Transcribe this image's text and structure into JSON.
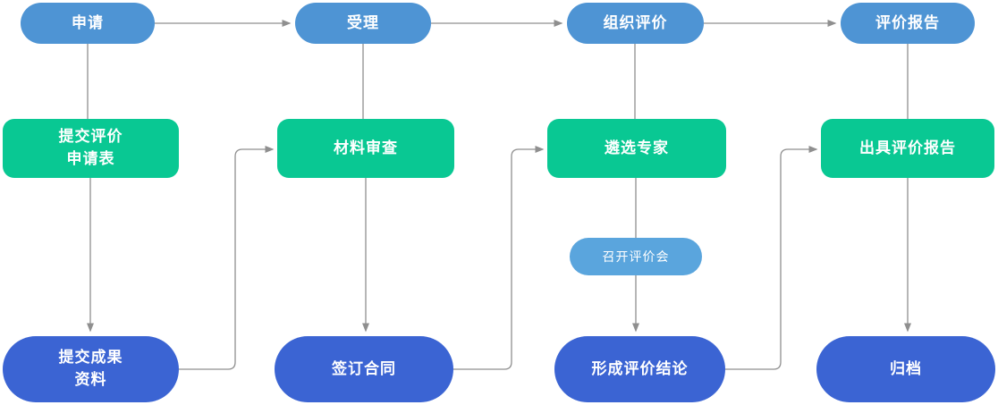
{
  "flowchart": {
    "stages": {
      "apply": "申请",
      "accept": "受理",
      "organize": "组织评价",
      "report": "评价报告"
    },
    "processes": {
      "submit_form": "提交评价\n申请表",
      "material_review": "材料审查",
      "select_experts": "遴选专家",
      "issue_report": "出具评价报告"
    },
    "meeting": {
      "label": "召开评价会"
    },
    "results": {
      "submit_materials": "提交成果\n资料",
      "sign_contract": "签订合同",
      "form_conclusion": "形成评价结论",
      "archive": "归档"
    },
    "colors": {
      "stage_pill_blue": "#4e94d4",
      "process_box_green": "#09c893",
      "result_pill_blue": "#3b64d3",
      "meeting_pill_blue": "#5aa5dd",
      "connector_gray": "#8f8f8f",
      "label_text": "#ffffff"
    }
  }
}
